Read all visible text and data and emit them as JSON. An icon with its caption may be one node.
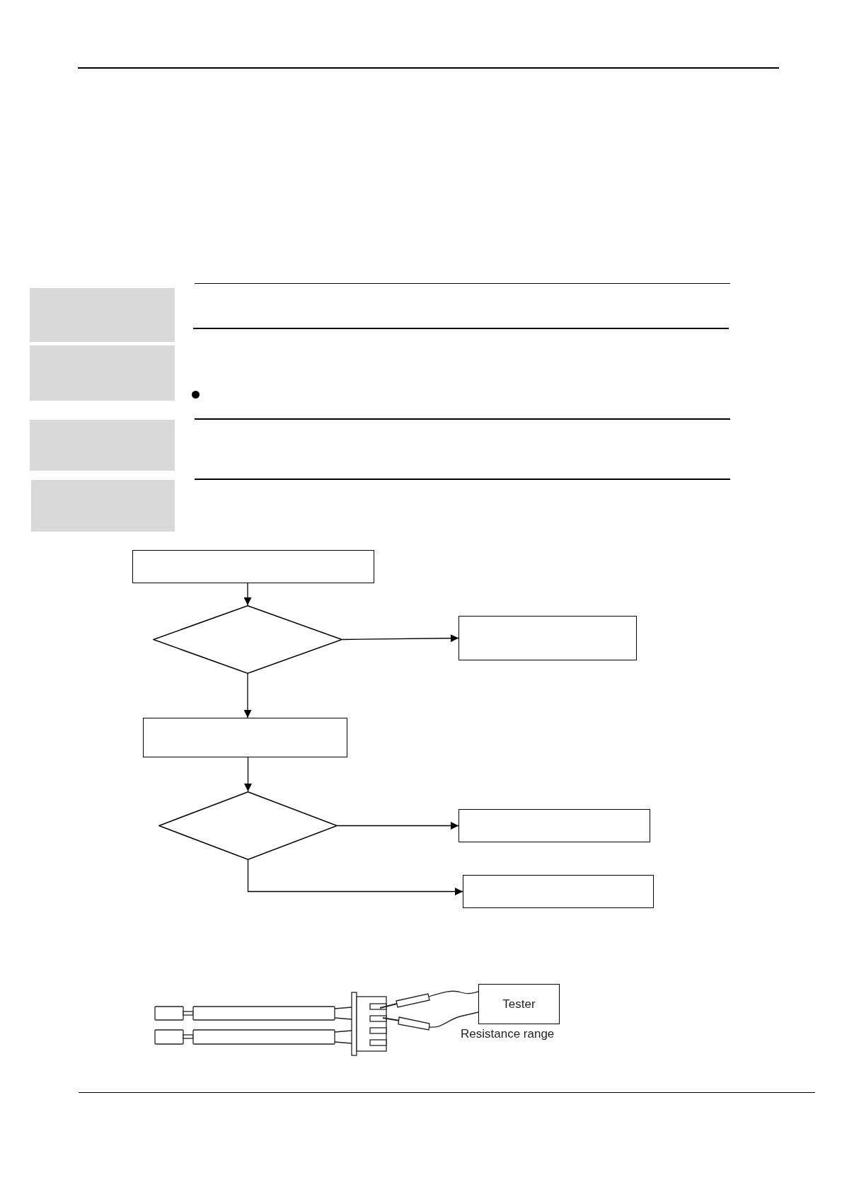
{
  "diagram": {
    "nodes": [
      {
        "text": [],
        "shape": "box"
      },
      {
        "text": [],
        "shape": "box"
      },
      {
        "text": [],
        "shape": "box"
      },
      {
        "text": [],
        "shape": "box"
      },
      {
        "text": [],
        "shape": "box"
      },
      {
        "text": [],
        "shape": "diamond"
      },
      {
        "text": [],
        "shape": "box"
      },
      {
        "text": [],
        "shape": "box"
      },
      {
        "text": [],
        "shape": "diamond"
      },
      {
        "text": [],
        "shape": "box"
      },
      {
        "text": [],
        "shape": "box"
      },
      {
        "text": [
          "Tester"
        ],
        "beside": [
          "Resistance range"
        ]
      }
    ],
    "edges": [
      {
        "from": 4,
        "to": 5,
        "arrow": "to"
      },
      {
        "from": 5,
        "to": 6,
        "arrow": "to"
      },
      {
        "from": 5,
        "to": 7,
        "arrow": "to"
      },
      {
        "from": 7,
        "to": 8,
        "arrow": "to"
      },
      {
        "from": 8,
        "to": 9,
        "arrow": "to"
      },
      {
        "from": 8,
        "to": 10,
        "arrow": "to"
      }
    ]
  }
}
